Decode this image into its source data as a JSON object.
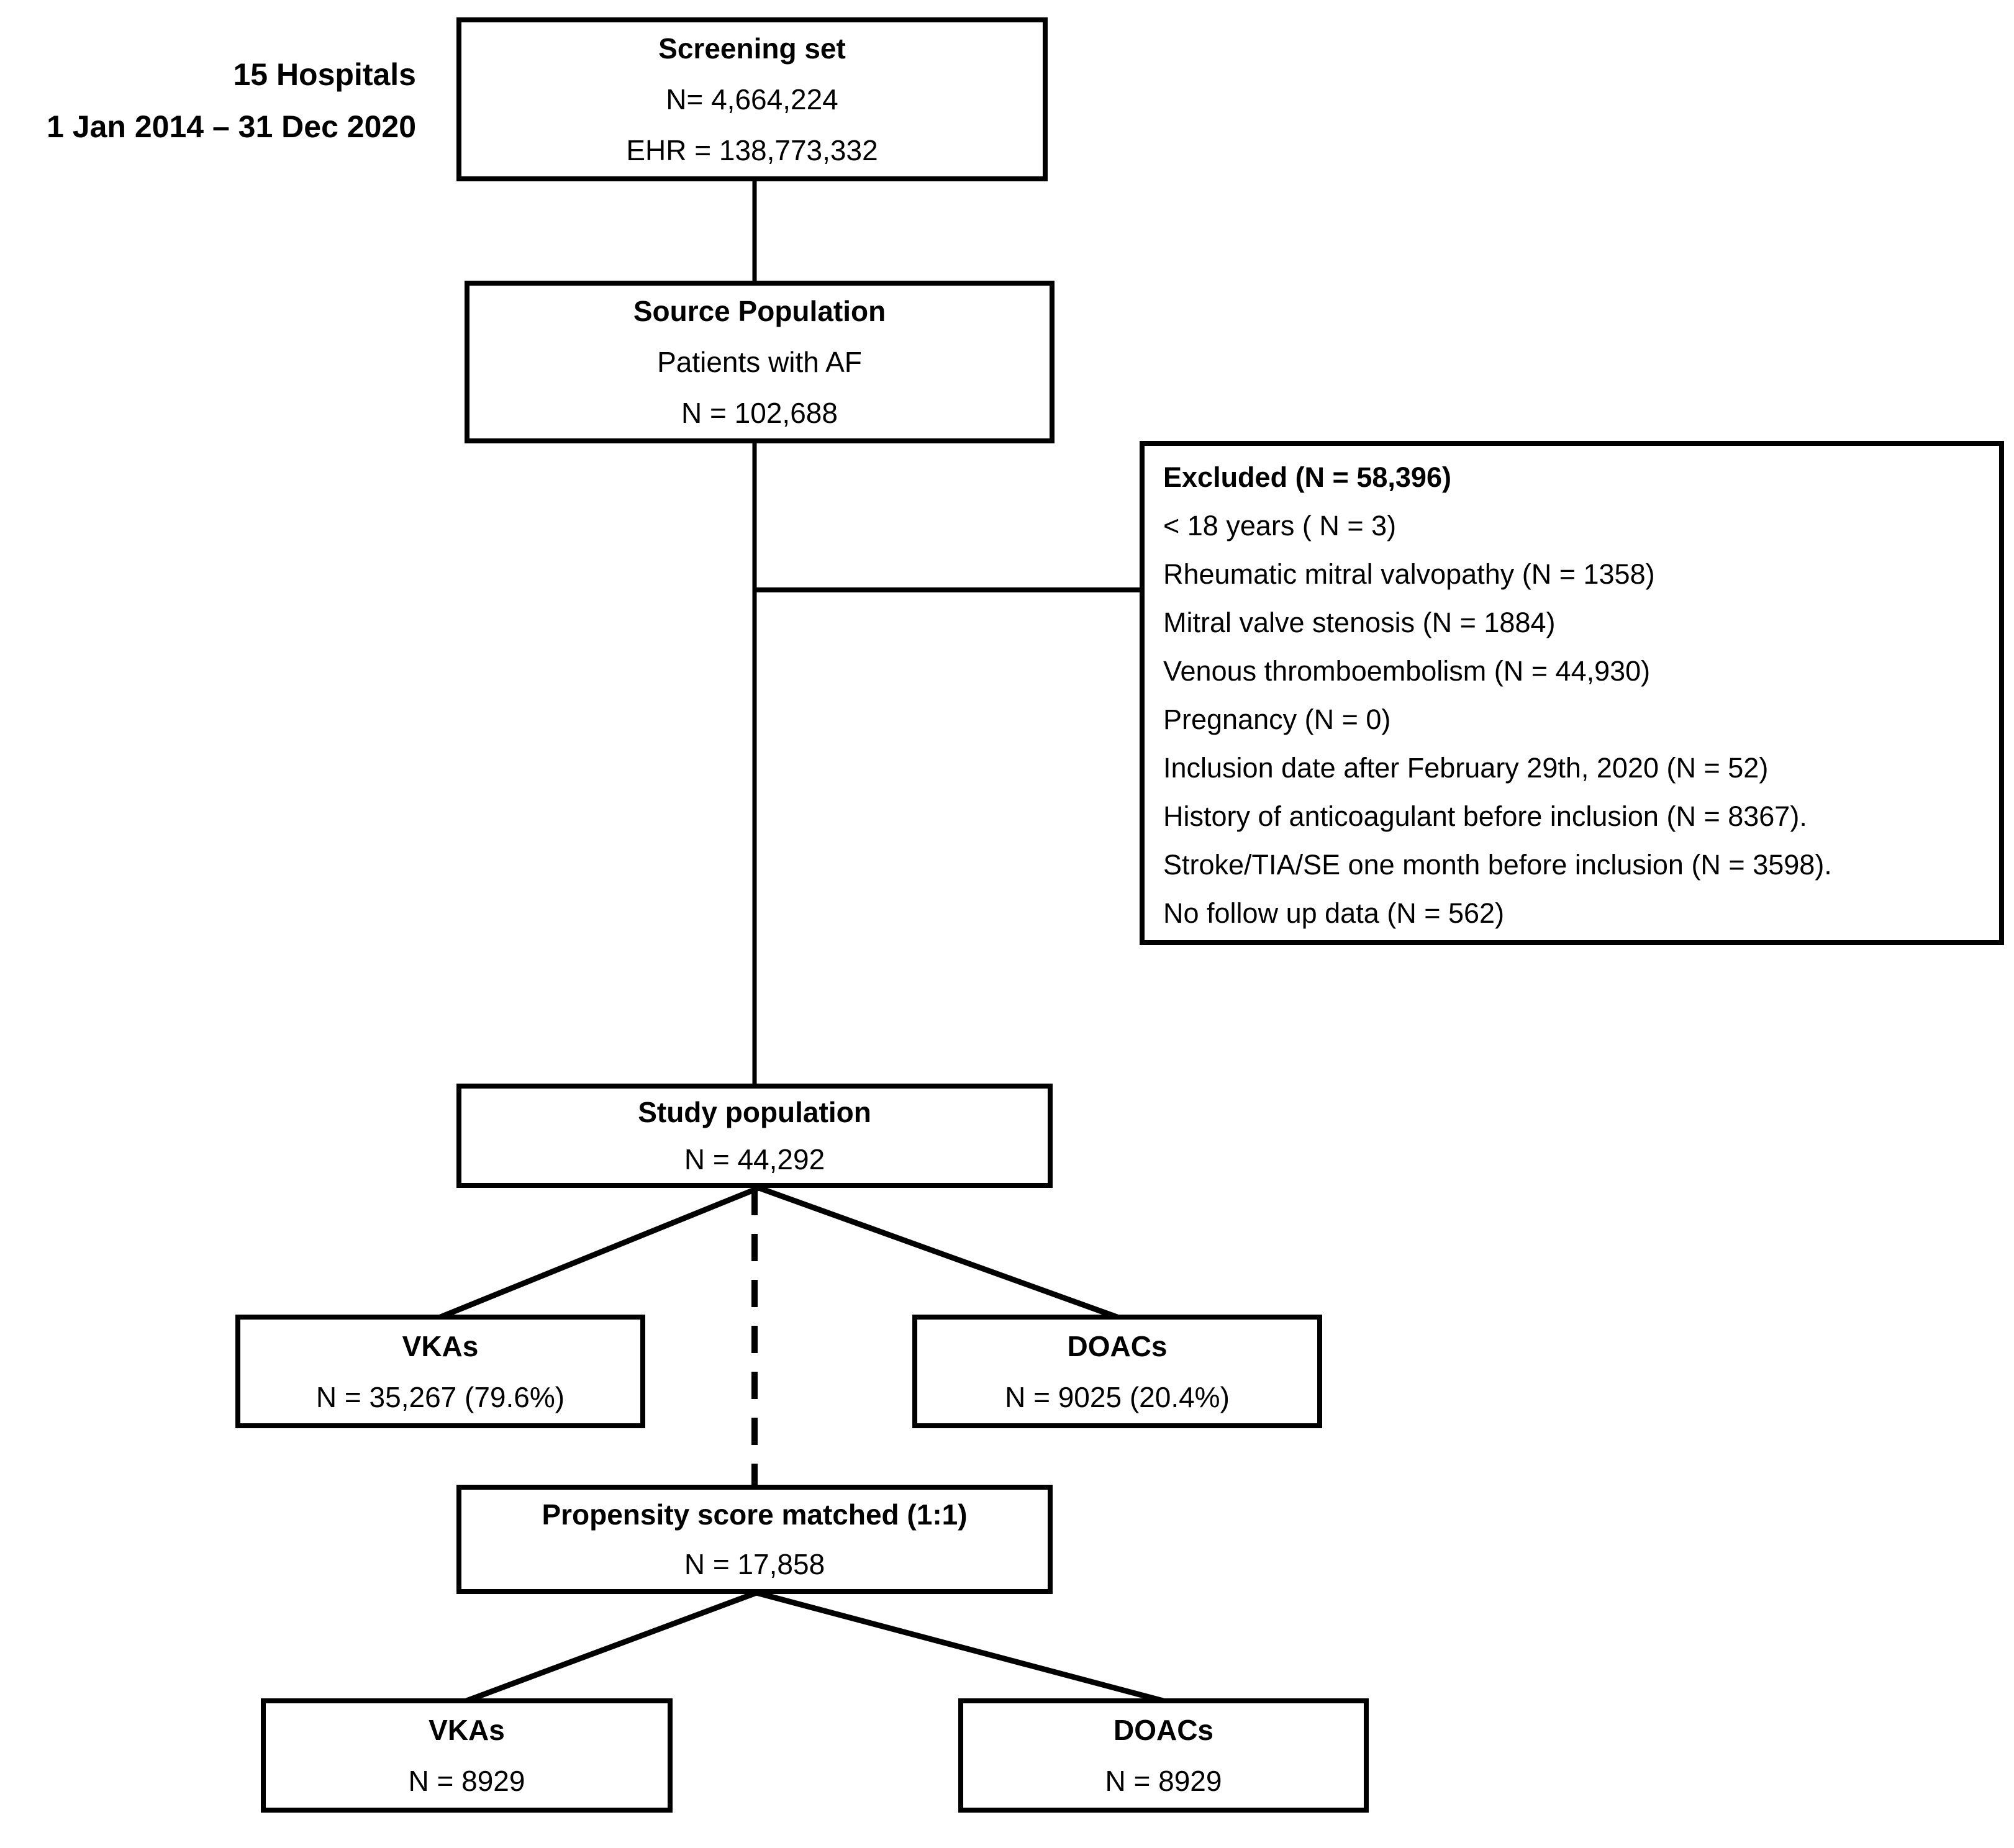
{
  "note": {
    "line1": "15 Hospitals",
    "line2": "1 Jan 2014 – 31 Dec 2020"
  },
  "boxes": {
    "screening": {
      "title": "Screening set",
      "n": "N= 4,664,224",
      "ehr": "EHR = 138,773,332"
    },
    "source": {
      "title": "Source Population",
      "subtitle": "Patients with AF",
      "n": "N = 102,688"
    },
    "excluded": {
      "title": "Excluded (N = 58,396)",
      "items": [
        "< 18 years ( N = 3)",
        "Rheumatic mitral valvopathy (N = 1358)",
        "Mitral valve stenosis (N = 1884)",
        "Venous thromboembolism (N = 44,930)",
        "Pregnancy (N = 0)",
        "Inclusion date after February 29th, 2020 (N = 52)",
        "History of anticoagulant before inclusion (N = 8367).",
        "Stroke/TIA/SE one month before inclusion (N = 3598).",
        "No follow up data (N = 562)"
      ]
    },
    "study": {
      "title": "Study population",
      "n": "N = 44,292"
    },
    "vka1": {
      "title": "VKAs",
      "n": "N = 35,267 (79.6%)"
    },
    "doac1": {
      "title": "DOACs",
      "n": "N = 9025 (20.4%)"
    },
    "matched": {
      "title": "Propensity score matched (1:1)",
      "n": "N = 17,858"
    },
    "vka2": {
      "title": "VKAs",
      "n": "N = 8929"
    },
    "doac2": {
      "title": "DOACs",
      "n": "N = 8929"
    }
  },
  "colors": {
    "ink": "#000000",
    "background": "#ffffff"
  }
}
